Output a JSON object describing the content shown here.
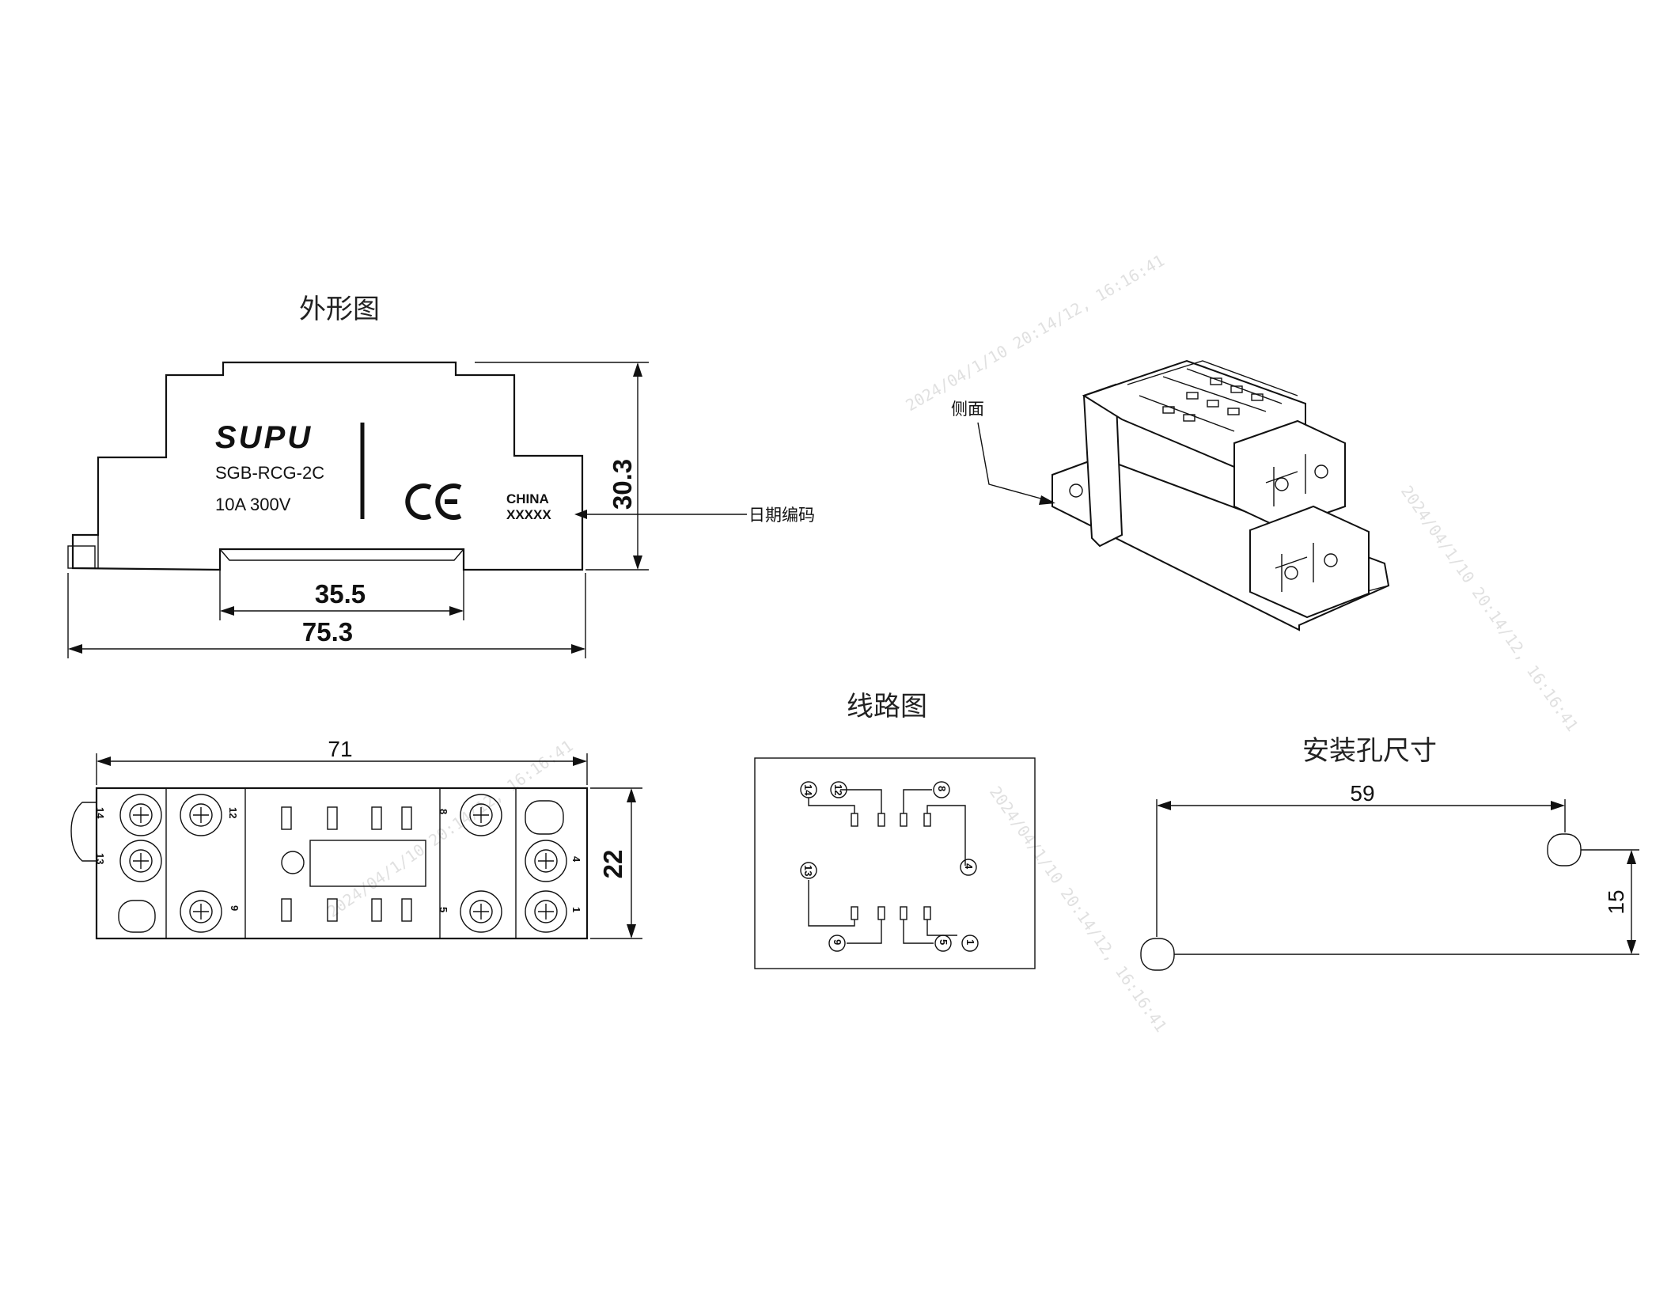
{
  "captions": {
    "outline": "外形图",
    "wiring": "线路图",
    "mounting": "安装孔尺寸"
  },
  "labels": {
    "date_code": "日期编码",
    "side": "侧面"
  },
  "product": {
    "brand": "SUPU",
    "model": "SGB-RCG-2C",
    "rating": "10A  300V",
    "cert_mark": "CE",
    "origin": "CHINA",
    "date_code_mark": "XXXXX"
  },
  "dimensions": {
    "height": "30.3",
    "rail_width": "35.5",
    "total_length": "75.3",
    "top_length": "71",
    "top_width": "22",
    "hole_spacing_x": "59",
    "hole_spacing_y": "15"
  },
  "terminals": {
    "top_left": [
      "14",
      "12"
    ],
    "top_mid_left": [
      "13"
    ],
    "top_right": [
      "8",
      "4",
      "5",
      "1"
    ],
    "bottom_mid": [
      "9"
    ]
  },
  "wiring_pins": [
    "14",
    "12",
    "8",
    "13",
    "4",
    "9",
    "5",
    "1"
  ],
  "watermark": "2024/04/1/10 20:14/12, 16:16:41",
  "icons": [
    "ce-mark-icon",
    "screw-terminal-icon",
    "mounting-hole-icon"
  ]
}
